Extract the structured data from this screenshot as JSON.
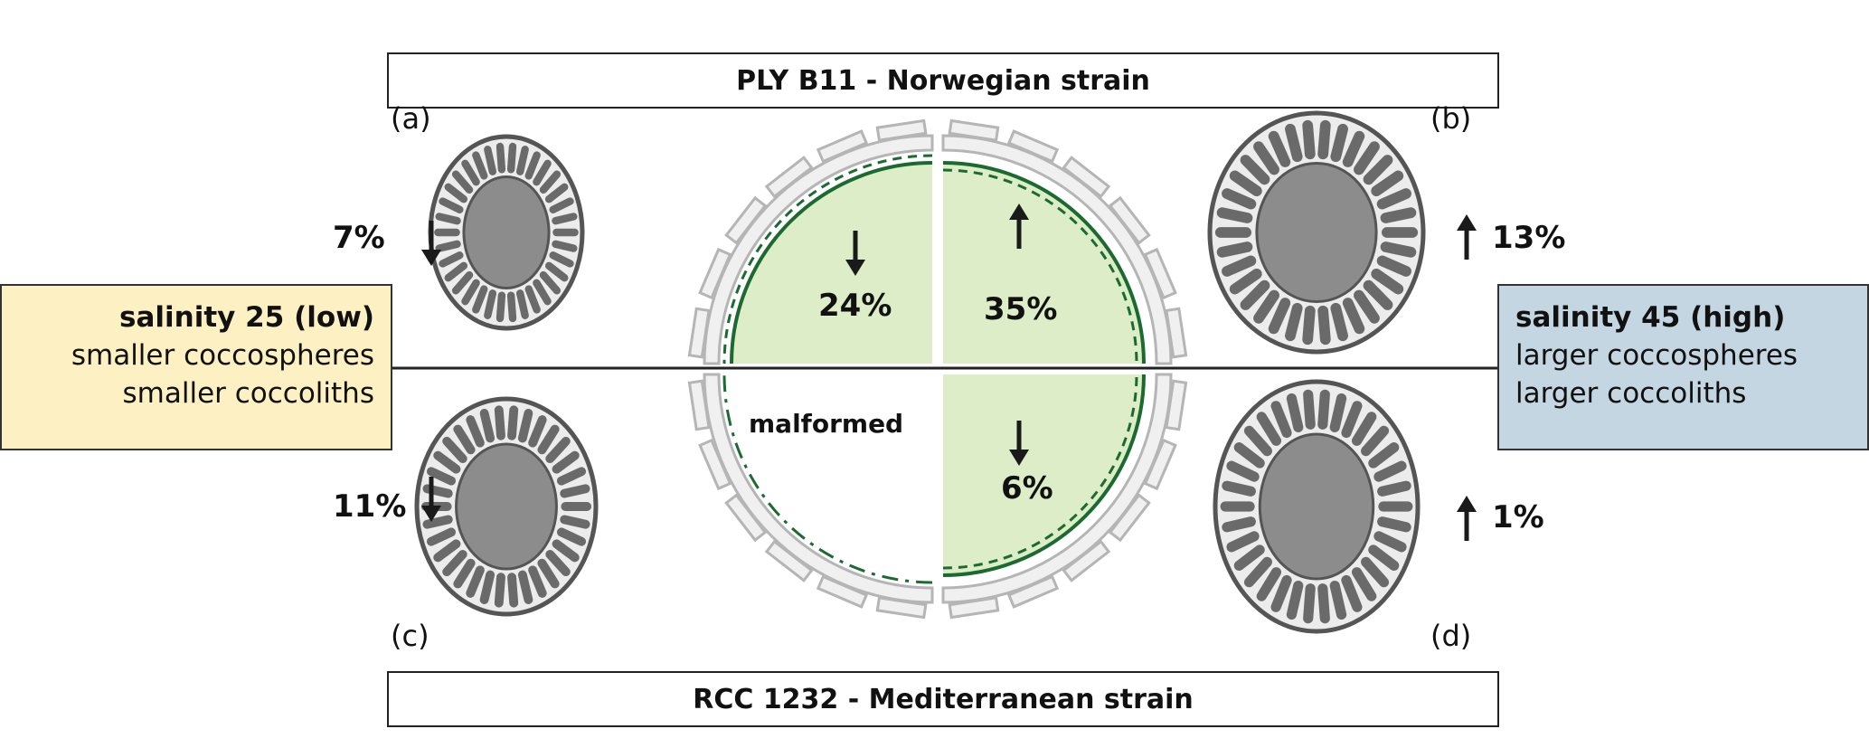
{
  "top_title": "PLY B11 - Norwegian strain",
  "bottom_title": "RCC 1232 - Mediterranean strain",
  "left_box": {
    "title": "salinity 25 (low)",
    "line1": "smaller coccospheres",
    "line2": "smaller coccoliths",
    "color": "#fdf0c2"
  },
  "right_box": {
    "title": "salinity 45 (high)",
    "line1": "larger coccospheres",
    "line2": "larger coccoliths",
    "color": "#c4d6e1"
  },
  "panels": {
    "a": "(a)",
    "b": "(b)",
    "c": "(c)",
    "d": "(d)"
  },
  "coccolith_changes": {
    "a": "7%",
    "b": "13%",
    "c": "11%",
    "d": "1%"
  },
  "cell_changes": {
    "top_left": "24%",
    "top_right": "35%",
    "bottom_right": "6%",
    "bottom_left": "malformed"
  },
  "colors": {
    "cell_fill": "#dcedc8",
    "cell_line": "#1b6b30",
    "shell": "#f0f0f0"
  }
}
